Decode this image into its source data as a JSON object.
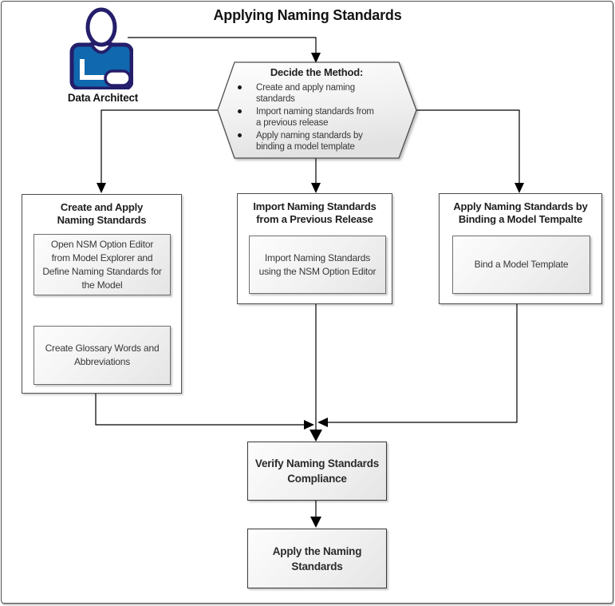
{
  "title": "Applying Naming Standards",
  "actor": {
    "label": "Data Architect",
    "icon": "person-icon"
  },
  "decision": {
    "title": "Decide the Method:",
    "bullets": [
      "Create and apply naming\nstandards",
      "Import naming standards from\na previous release",
      "Apply naming standards by\nbinding a model template"
    ]
  },
  "branches": [
    {
      "title": "Create and Apply\nNaming Standards",
      "steps": [
        "Open NSM Option Editor\nfrom Model Explorer and\nDefine Naming Standards for\nthe Model",
        "Create Glossary Words and\nAbbreviations"
      ]
    },
    {
      "title": "Import Naming Standards\nfrom a Previous Release",
      "steps": [
        "Import Naming Standards\nusing the NSM Option Editor"
      ]
    },
    {
      "title": "Apply Naming Standards by\nBinding a Model Tempalte",
      "steps": [
        "Bind a Model Template"
      ]
    }
  ],
  "final_steps": [
    "Verify Naming Standards\nCompliance",
    "Apply the Naming\nStandards"
  ],
  "colors": {
    "actor_shirt": "#1068AE",
    "actor_outline": "#241E6B",
    "connector": "#000000",
    "box_fill_top": "#fdfdfd",
    "box_fill_bottom": "#e5e5e5"
  }
}
